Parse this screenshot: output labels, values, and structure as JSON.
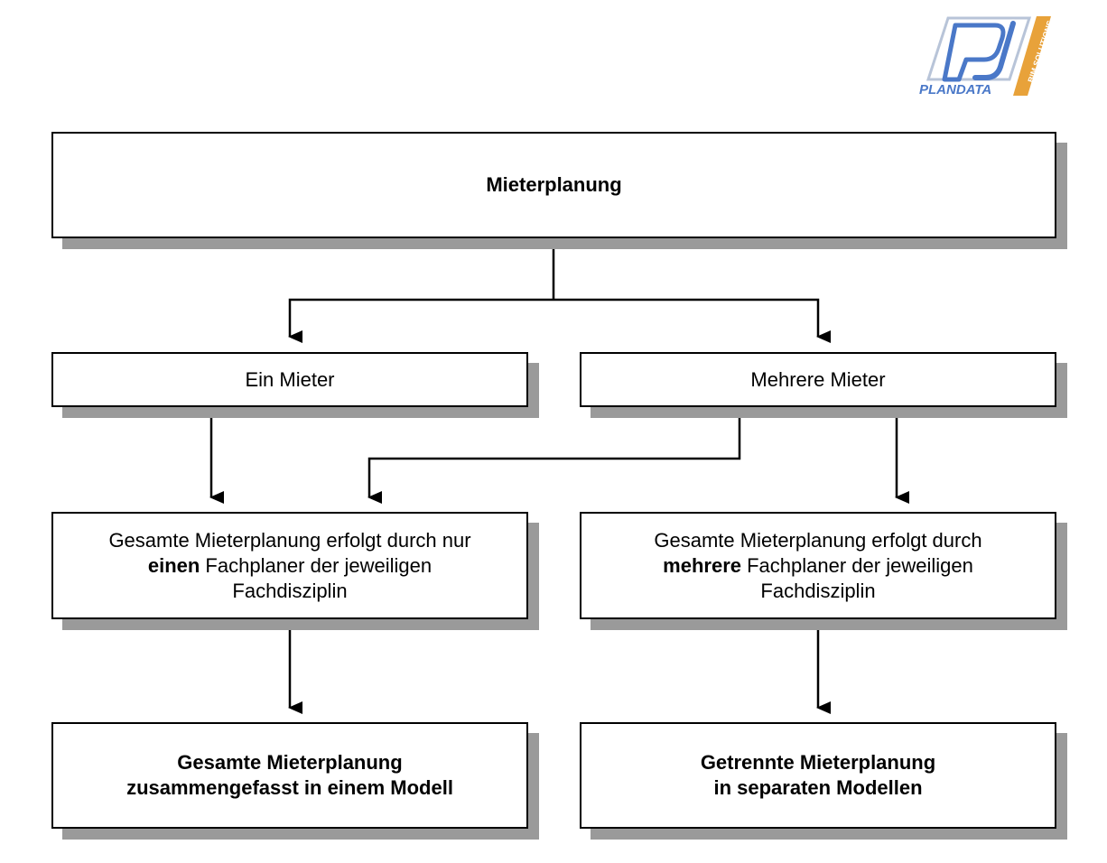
{
  "logo": {
    "brand": "PLANDATA",
    "tagline": "BIM SOLUTIONS",
    "colors": {
      "blue": "#4a78c8",
      "orange": "#e8a23a",
      "grey": "#b8c4d8"
    }
  },
  "nodes": {
    "root": {
      "line1": "Mieterplanung"
    },
    "single_tenant": {
      "line1": "Ein Mieter"
    },
    "multi_tenant": {
      "line1": "Mehrere Mieter"
    },
    "single_planner": {
      "line1": "Gesamte Mieterplanung erfolgt durch nur",
      "line2_bold": "einen",
      "line2_rest": " Fachplaner der jeweiligen",
      "line3": "Fachdisziplin"
    },
    "multi_planner": {
      "line1": "Gesamte Mieterplanung erfolgt durch",
      "line2_bold": "mehrere",
      "line2_rest": " Fachplaner der jeweiligen",
      "line3": "Fachdisziplin"
    },
    "combined_model": {
      "line1": "Gesamte Mieterplanung",
      "line2": "zusammengefasst in einem Modell"
    },
    "separate_models": {
      "line1": "Getrennte Mieterplanung",
      "line2": "in separaten Modellen"
    }
  },
  "colors": {
    "border": "#000000",
    "shadow": "#9a9a9a",
    "background": "#ffffff"
  }
}
